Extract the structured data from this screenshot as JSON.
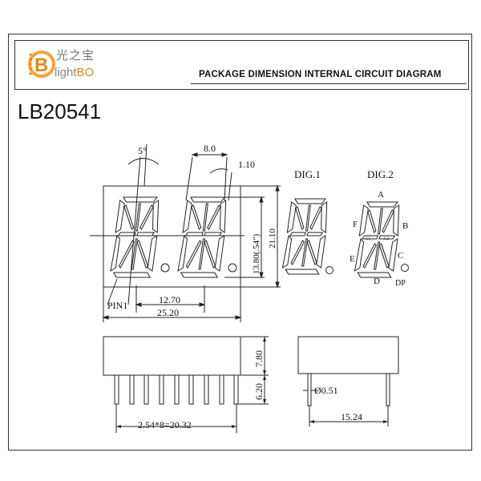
{
  "header": {
    "logo_cn": "光之宝",
    "logo_light": "light",
    "logo_bo": "BO",
    "title": "PACKAGE DIMENSION INTERNAL CIRCUIT DIAGRAM"
  },
  "part_number": "LB20541",
  "front_view": {
    "angle_label": "5°",
    "pitch_label": "8.0",
    "gap_label": "1.10",
    "height_label": "13.80(.54\")",
    "total_height_label": "21.10",
    "digit_spacing_label": "12.70",
    "width_label": "25.20",
    "pin1_label": "PIN1"
  },
  "digit_labels": {
    "dig1": "DIG.1",
    "dig2": "DIG.2"
  },
  "segment_labels": {
    "a": "A",
    "b": "B",
    "c": "C",
    "d": "D",
    "e": "E",
    "f": "F",
    "dp": "DP",
    "g1": "G1",
    "g2": "G2"
  },
  "side_view": {
    "body_height_label": "7.80",
    "pin_length_label": "6.20",
    "pin_pitch_label": "2.54*8=20.32"
  },
  "end_view": {
    "pin_diameter_label": "Ø0.51",
    "row_spacing_label": "15.24"
  },
  "colors": {
    "logo_orange": "#e08a1c",
    "logo_gray": "#8a8a8a",
    "line": "#222222"
  }
}
